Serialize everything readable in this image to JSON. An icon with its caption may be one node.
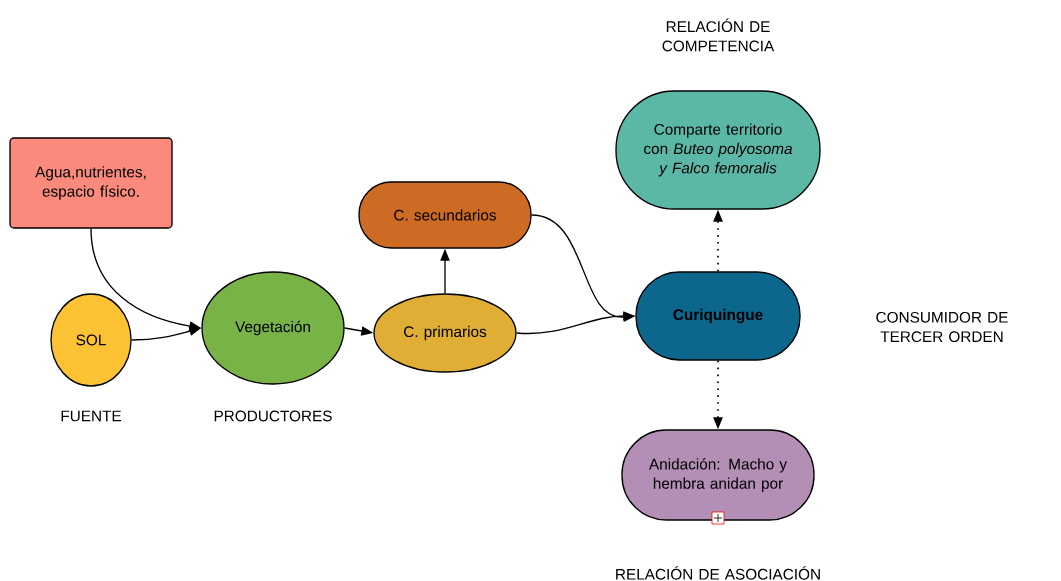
{
  "diagram": {
    "nodes": [
      {
        "text": [
          "Agua,nutrientes, espacio físico."
        ]
      },
      {
        "text": [
          "SOL"
        ],
        "beside": [
          "FUENTE"
        ]
      },
      {
        "text": [
          "Vegetación"
        ],
        "beside": [
          "PRODUCTORES"
        ]
      },
      {
        "text": [
          "C. secundarios"
        ]
      },
      {
        "text": [
          "C. primarios"
        ]
      },
      {
        "text": [
          "Comparte territorio con *Buteo polyosoma y Falco femoralis*"
        ],
        "beside": [
          "RELACIÓN DE COMPETENCIA"
        ]
      },
      {
        "text": [
          "Curiquingue"
        ]
      },
      {
        "text": [
          "Anidación: Macho y hembra anidan por"
        ],
        "beside": [
          "RELACIÓN DE ASOCIACIÓN"
        ]
      }
    ],
    "edges": [
      {
        "from": 0,
        "to": 2,
        "arrow": "to"
      },
      {
        "from": 1,
        "to": 2,
        "arrow": "to"
      },
      {
        "from": 2,
        "to": 4,
        "arrow": "to"
      },
      {
        "from": 4,
        "to": 3,
        "arrow": "to"
      },
      {
        "from": 3,
        "to": 6,
        "arrow": "to"
      },
      {
        "from": 4,
        "to": 6,
        "arrow": "to"
      },
      {
        "from": 6,
        "to": 5,
        "arrow": "to",
        "style": "dashed"
      },
      {
        "from": 6,
        "to": 7,
        "arrow": "to",
        "style": "dashed"
      }
    ],
    "labels": [
      "CONSUMIDOR DE TERCER ORDEN"
    ]
  }
}
